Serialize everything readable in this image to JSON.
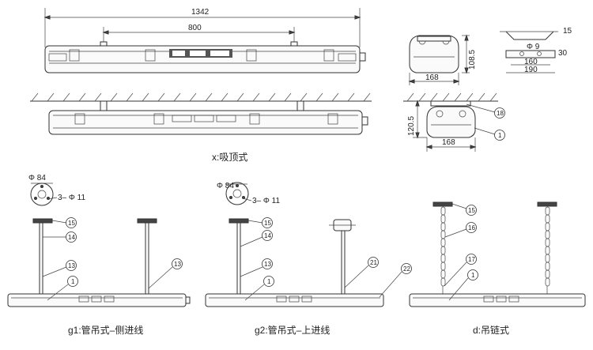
{
  "dimensions": {
    "overall_length": "1342",
    "mount_spacing": "800",
    "end_height": "108.5",
    "end_width": "168",
    "ceiling_height": "120.5",
    "ceiling_width": "168",
    "bracket_top": "15",
    "bracket_phi": "Φ 9",
    "bracket_side": "30",
    "bracket_160": "160",
    "bracket_190": "190",
    "g1_phi": "Φ 84",
    "g1_holes": "3– Φ 11",
    "g2_phi": "Φ 84",
    "g2_holes": "3– Φ 11"
  },
  "captions": {
    "ceiling": "x:吸顶式",
    "g1": "g1:管吊式–侧进线",
    "g2": "g2:管吊式–上进线",
    "d": "d:吊链式"
  },
  "callouts": {
    "ceiling": [
      "18",
      "1"
    ],
    "g1": [
      "15",
      "14",
      "13",
      "1",
      "13"
    ],
    "g2": [
      "15",
      "14",
      "13",
      "1",
      "21",
      "22"
    ],
    "d": [
      "15",
      "16",
      "17",
      "1"
    ]
  },
  "colors": {
    "line": "#333333",
    "background": "#ffffff"
  }
}
